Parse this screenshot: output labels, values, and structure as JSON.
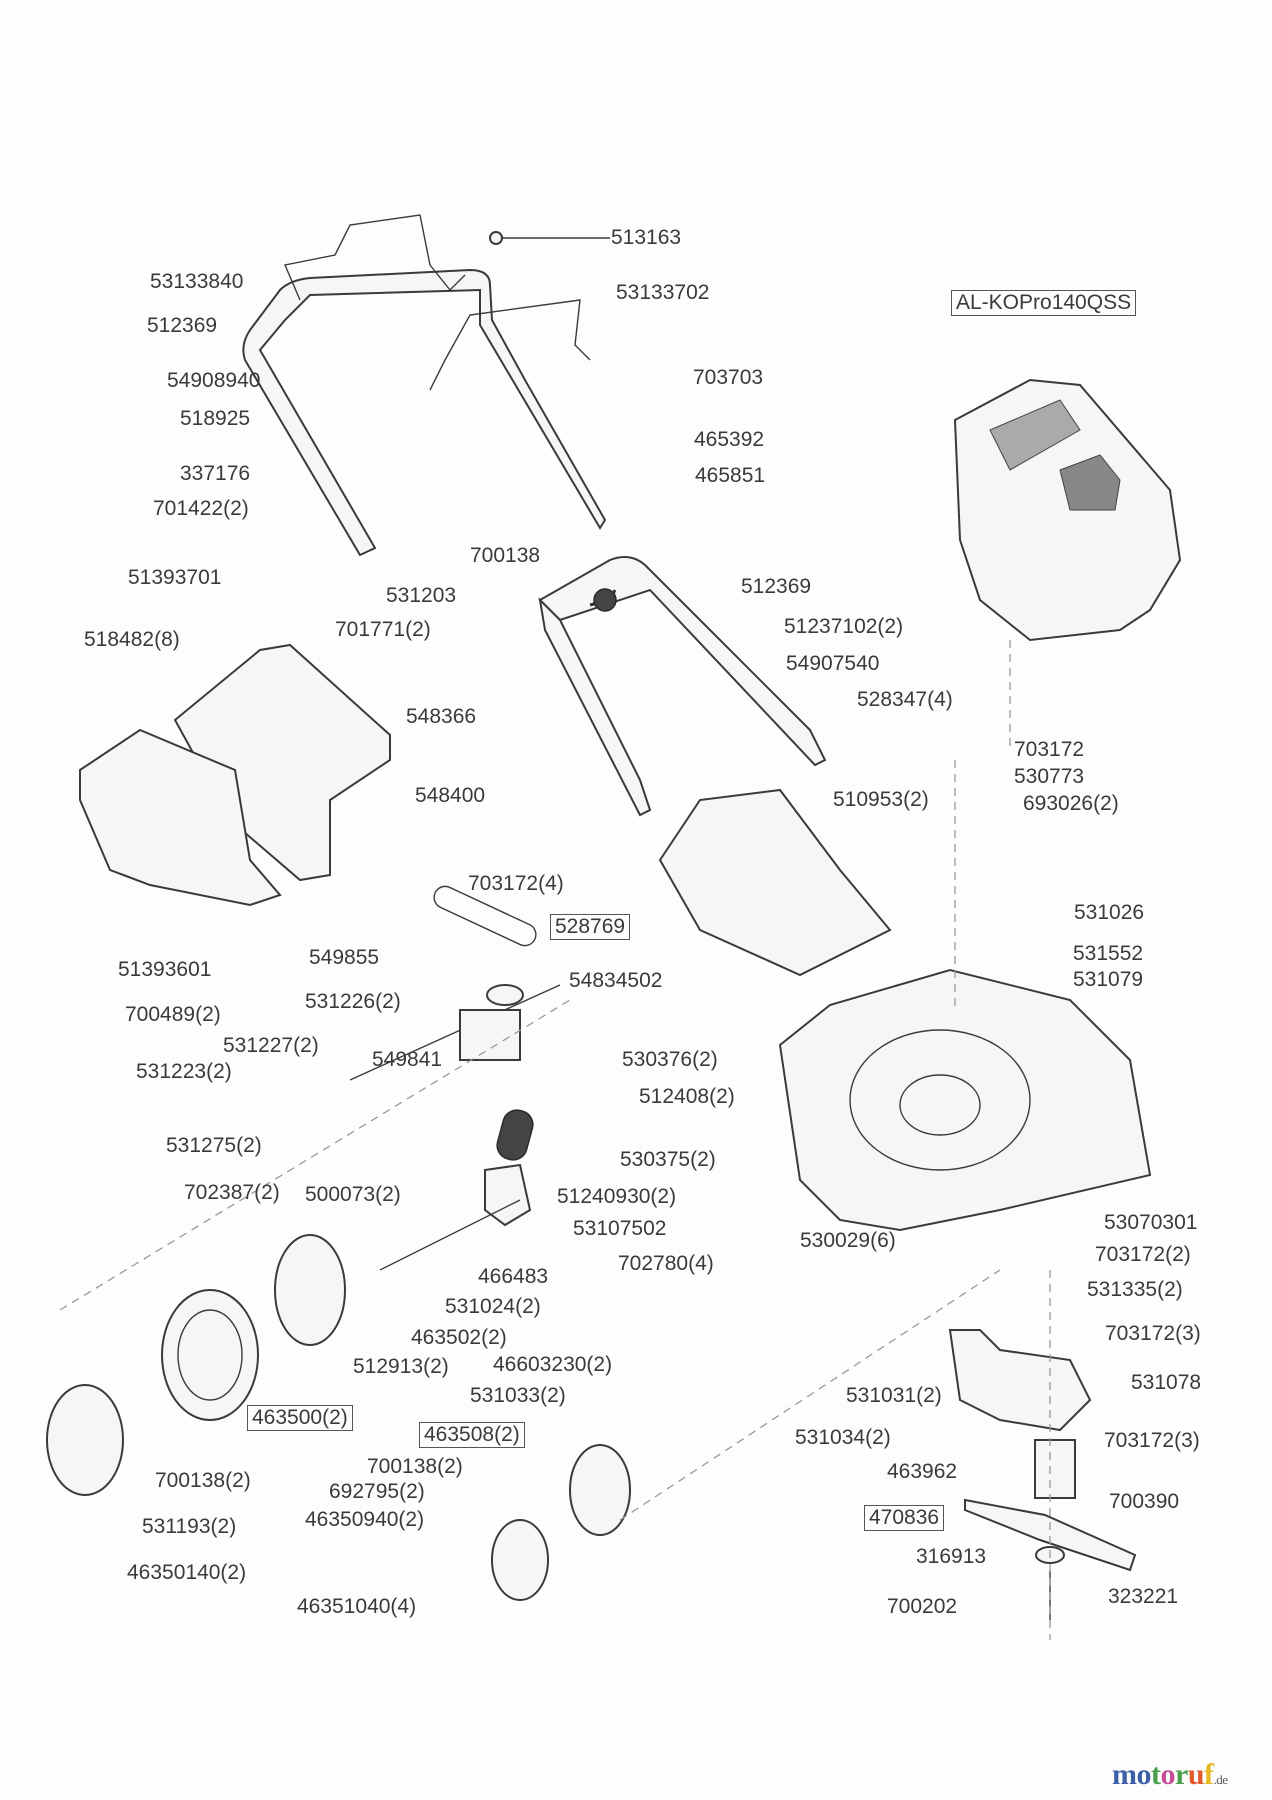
{
  "diagram": {
    "title": "Lawnmower exploded parts diagram",
    "engine_label": "AL-KOPro140QSS",
    "labels": [
      {
        "id": "513163",
        "text": "513163"
      },
      {
        "id": "53133840",
        "text": "53133840"
      },
      {
        "id": "53133702",
        "text": "53133702"
      },
      {
        "id": "512369a",
        "text": "512369"
      },
      {
        "id": "54908940",
        "text": "54908940"
      },
      {
        "id": "703703",
        "text": "703703"
      },
      {
        "id": "518925",
        "text": "518925"
      },
      {
        "id": "465392",
        "text": "465392"
      },
      {
        "id": "337176",
        "text": "337176"
      },
      {
        "id": "465851",
        "text": "465851"
      },
      {
        "id": "701422",
        "text": "701422(2)"
      },
      {
        "id": "700138a",
        "text": "700138"
      },
      {
        "id": "51393701",
        "text": "51393701"
      },
      {
        "id": "531203",
        "text": "531203"
      },
      {
        "id": "512369b",
        "text": "512369"
      },
      {
        "id": "518482",
        "text": "518482(8)"
      },
      {
        "id": "701771",
        "text": "701771(2)"
      },
      {
        "id": "51237102",
        "text": "51237102(2)"
      },
      {
        "id": "54907540",
        "text": "54907540"
      },
      {
        "id": "548366",
        "text": "548366"
      },
      {
        "id": "528347",
        "text": "528347(4)"
      },
      {
        "id": "703172e",
        "text": "703172"
      },
      {
        "id": "530773",
        "text": "530773"
      },
      {
        "id": "693026",
        "text": "693026(2)"
      },
      {
        "id": "548400",
        "text": "548400"
      },
      {
        "id": "510953",
        "text": "510953(2)"
      },
      {
        "id": "703172a",
        "text": "703172(4)"
      },
      {
        "id": "531026",
        "text": "531026"
      },
      {
        "id": "528769",
        "text": "528769",
        "boxed": true
      },
      {
        "id": "531552",
        "text": "531552"
      },
      {
        "id": "51393601",
        "text": "51393601"
      },
      {
        "id": "549855",
        "text": "549855"
      },
      {
        "id": "54834502",
        "text": "54834502"
      },
      {
        "id": "531079",
        "text": "531079"
      },
      {
        "id": "700489",
        "text": "700489(2)"
      },
      {
        "id": "531226",
        "text": "531226(2)"
      },
      {
        "id": "531227",
        "text": "531227(2)"
      },
      {
        "id": "549841",
        "text": "549841"
      },
      {
        "id": "531223",
        "text": "531223(2)"
      },
      {
        "id": "530376",
        "text": "530376(2)"
      },
      {
        "id": "512408",
        "text": "512408(2)"
      },
      {
        "id": "531275",
        "text": "531275(2)"
      },
      {
        "id": "530375",
        "text": "530375(2)"
      },
      {
        "id": "702387",
        "text": "702387(2)"
      },
      {
        "id": "500073",
        "text": "500073(2)"
      },
      {
        "id": "51240930",
        "text": "51240930(2)"
      },
      {
        "id": "53107502",
        "text": "53107502"
      },
      {
        "id": "53070301",
        "text": "53070301"
      },
      {
        "id": "530029",
        "text": "530029(6)"
      },
      {
        "id": "703172b",
        "text": "703172(2)"
      },
      {
        "id": "702780",
        "text": "702780(4)"
      },
      {
        "id": "466483",
        "text": "466483"
      },
      {
        "id": "531335",
        "text": "531335(2)"
      },
      {
        "id": "531024",
        "text": "531024(2)"
      },
      {
        "id": "463502",
        "text": "463502(2)"
      },
      {
        "id": "703172c",
        "text": "703172(3)"
      },
      {
        "id": "531031",
        "text": "531031(2)"
      },
      {
        "id": "512913",
        "text": "512913(2)"
      },
      {
        "id": "46603230",
        "text": "46603230(2)"
      },
      {
        "id": "531078",
        "text": "531078"
      },
      {
        "id": "531033",
        "text": "531033(2)"
      },
      {
        "id": "463500",
        "text": "463500(2)",
        "boxed": true
      },
      {
        "id": "531034",
        "text": "531034(2)"
      },
      {
        "id": "463508",
        "text": "463508(2)",
        "boxed": true
      },
      {
        "id": "703172d",
        "text": "703172(3)"
      },
      {
        "id": "700138b",
        "text": "700138(2)"
      },
      {
        "id": "463962",
        "text": "463962"
      },
      {
        "id": "700138c",
        "text": "700138(2)"
      },
      {
        "id": "692795",
        "text": "692795(2)"
      },
      {
        "id": "700390",
        "text": "700390"
      },
      {
        "id": "46350940",
        "text": "46350940(2)"
      },
      {
        "id": "470836",
        "text": "470836",
        "boxed": true
      },
      {
        "id": "531193",
        "text": "531193(2)"
      },
      {
        "id": "316913",
        "text": "316913"
      },
      {
        "id": "46350140",
        "text": "46350140(2)"
      },
      {
        "id": "323221",
        "text": "323221"
      },
      {
        "id": "700202",
        "text": "700202"
      },
      {
        "id": "46351040",
        "text": "46351040(4)"
      }
    ]
  },
  "watermark": {
    "letters": [
      {
        "ch": "m",
        "color": "#3d5fa8"
      },
      {
        "ch": "o",
        "color": "#3d5fa8"
      },
      {
        "ch": "t",
        "color": "#4aa04a"
      },
      {
        "ch": "o",
        "color": "#c84b9a"
      },
      {
        "ch": "r",
        "color": "#4aa04a"
      },
      {
        "ch": "u",
        "color": "#e05a2a"
      },
      {
        "ch": "f",
        "color": "#e8b820"
      }
    ],
    "tld": ".de"
  }
}
